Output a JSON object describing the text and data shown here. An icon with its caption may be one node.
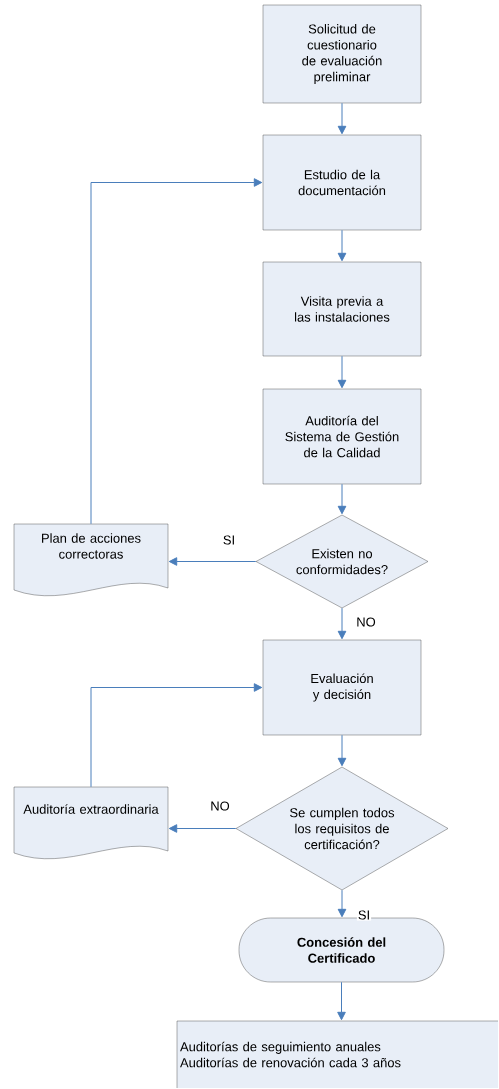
{
  "diagram": {
    "nodes": [
      {
        "text": [
          "Solicitud de cuestionario de evaluación preliminar"
        ]
      },
      {
        "text": [
          "Estudio de la documentación"
        ]
      },
      {
        "text": [
          "Visita previa a las instalaciones"
        ]
      },
      {
        "text": [
          "Auditoría del Sistema de Gestión de la Calidad"
        ]
      },
      {
        "text": [
          "Plan de acciones correctoras"
        ]
      },
      {
        "text": [
          "Existen no conformidades?"
        ]
      },
      {
        "text": [
          "Evaluación y decisión"
        ]
      },
      {
        "text": [
          "Auditoría extraordinaria"
        ]
      },
      {
        "text": [
          "Se cumplen todos los requisitos de certificación?"
        ]
      },
      {
        "text": [
          "Concesión del Certificado"
        ]
      },
      {
        "text": [
          "Auditorías de seguimiento anuales",
          "Auditorías de renovación cada 3 años"
        ]
      }
    ],
    "edges": [
      {
        "from": 0,
        "to": 1,
        "arrow": "to"
      },
      {
        "from": 1,
        "to": 2,
        "arrow": "to"
      },
      {
        "from": 2,
        "to": 3,
        "arrow": "to"
      },
      {
        "from": 3,
        "to": 5,
        "arrow": "to"
      },
      {
        "from": 5,
        "to": 4,
        "arrow": "to",
        "label": "SI"
      },
      {
        "from": 4,
        "to": 1,
        "arrow": "to"
      },
      {
        "from": 5,
        "to": 6,
        "arrow": "to",
        "label": "NO"
      },
      {
        "from": 6,
        "to": 8,
        "arrow": "to"
      },
      {
        "from": 8,
        "to": 7,
        "arrow": "to",
        "label": "NO"
      },
      {
        "from": 7,
        "to": 6,
        "arrow": "to"
      },
      {
        "from": 8,
        "to": 9,
        "arrow": "to",
        "label": "SI"
      },
      {
        "from": 9,
        "to": 10,
        "arrow": "to"
      }
    ]
  }
}
